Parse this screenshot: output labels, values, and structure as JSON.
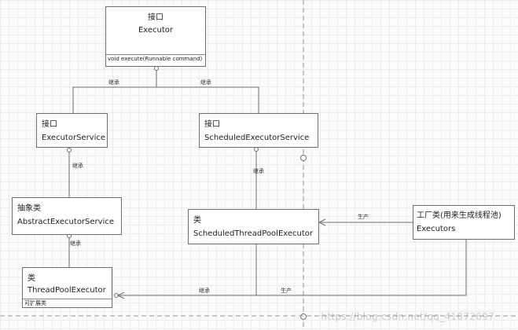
{
  "boxes": {
    "executor": {
      "stereotype": "接口",
      "name": "Executor",
      "method": "void execute(Runnable command)"
    },
    "executor_service": {
      "stereotype": "接口",
      "name": "ExecutorService"
    },
    "scheduled_executor_service": {
      "stereotype": "接口",
      "name": "ScheduledExecutorService"
    },
    "abstract_executor_service": {
      "stereotype": "抽象类",
      "name": "AbstractExecutorService"
    },
    "scheduled_thread_pool_executor": {
      "stereotype": "类",
      "name": "ScheduledThreadPoolExecutor"
    },
    "thread_pool_executor": {
      "stereotype": "类",
      "name": "ThreadPoolExecutor",
      "method": "可扩展类"
    },
    "executors": {
      "stereotype": "工厂类(用来生成线程池)",
      "name": "Executors"
    }
  },
  "labels": {
    "inherit_left": "继承",
    "inherit_right": "继承",
    "inherit_es": "继承",
    "inherit_ses": "继承",
    "inherit_aes": "继承",
    "inherit_stpe": "继承",
    "produce_top": "生产",
    "produce_bottom": "生产"
  },
  "watermark": "https://blog.csdn.net/qq_41872697",
  "colors": {
    "line": "#6f6f6f",
    "box_border": "#6f6f6f",
    "dashed": "#9a9a9a"
  }
}
